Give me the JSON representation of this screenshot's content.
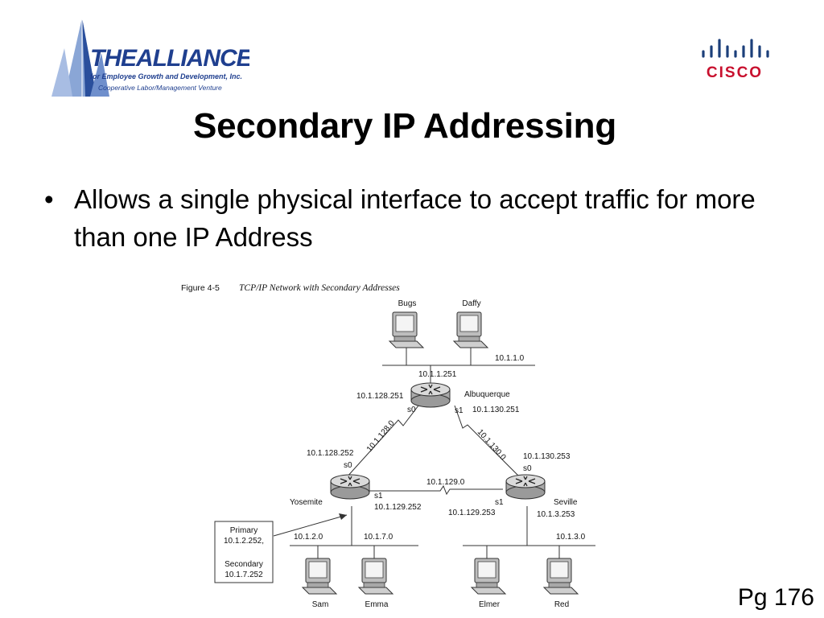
{
  "logos": {
    "alliance": {
      "name": "THEALLIANCE",
      "line1": "for Employee Growth and Development, Inc.",
      "line2": "Cooperative Labor/Management Venture",
      "color": "#1f3f8f"
    },
    "cisco": {
      "name": "CISCO",
      "color": "#c8102e"
    }
  },
  "slide": {
    "title": "Secondary IP Addressing",
    "bullets": [
      {
        "marker": "•",
        "text": "Allows a single physical interface to accept traffic for more than one IP Address"
      }
    ],
    "page_number": "Pg 176"
  },
  "figure": {
    "caption_label": "Figure 4-5",
    "caption_title": "TCP/IP Network with Secondary Addresses",
    "hosts": {
      "bugs": "Bugs",
      "daffy": "Daffy",
      "sam": "Sam",
      "emma": "Emma",
      "elmer": "Elmer",
      "red": "Red"
    },
    "routers": {
      "albuquerque": "Albuquerque",
      "yosemite": "Yosemite",
      "seville": "Seville"
    },
    "networks": {
      "net_1_1": "10.1.1.0",
      "net_128": "10.1.128.0",
      "net_130": "10.1.130.0",
      "net_129": "10.1.129.0",
      "net_2": "10.1.2.0",
      "net_7": "10.1.7.0",
      "net_3": "10.1.3.0"
    },
    "addresses": {
      "alb_e0": "10.1.1.251",
      "alb_s0": "10.1.128.251",
      "alb_s1": "10.1.130.251",
      "yos_s0": "10.1.128.252",
      "yos_s1": "10.1.129.252",
      "sev_s0": "10.1.130.253",
      "sev_s1": "10.1.129.253",
      "sev_e0": "10.1.3.253"
    },
    "interfaces": {
      "s0": "s0",
      "s1": "s1"
    },
    "callout": {
      "line1": "Primary",
      "line2": "10.1.2.252,",
      "line3": "Secondary",
      "line4": "10.1.7.252"
    }
  }
}
